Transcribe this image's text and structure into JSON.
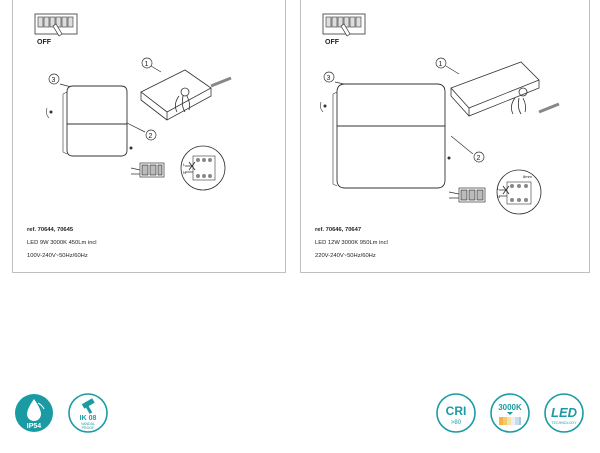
{
  "left_panel": {
    "switch_label": "OFF",
    "steps": [
      "1",
      "2",
      "3"
    ],
    "ref": "ref. 70644, 70645",
    "led": "LED 9W 3000K 450Lm incl",
    "voltage": "100V-240V~50Hz/60Hz",
    "wire_labels": [
      "L",
      "N"
    ]
  },
  "right_panel": {
    "switch_label": "OFF",
    "steps": [
      "1",
      "2",
      "3"
    ],
    "ref": "ref. 70646, 70647",
    "led": "LED 12W 3000K 950Lm incl",
    "voltage": "220V-240V~50Hz/60Hz",
    "wire_labels": [
      "L",
      "N"
    ],
    "strip_label": "8mm"
  },
  "badges": {
    "ip": "IP54",
    "ik": "IK 08",
    "ik_sub1": "VANDAL",
    "ik_sub2": "PROOF",
    "cri": "CRI",
    "cri_sub": ">80",
    "kelvin": "3000K",
    "led": "LED",
    "led_sub": "TECHNOLOGY"
  },
  "colors": {
    "teal": "#1a9ba3",
    "line": "#333333"
  }
}
